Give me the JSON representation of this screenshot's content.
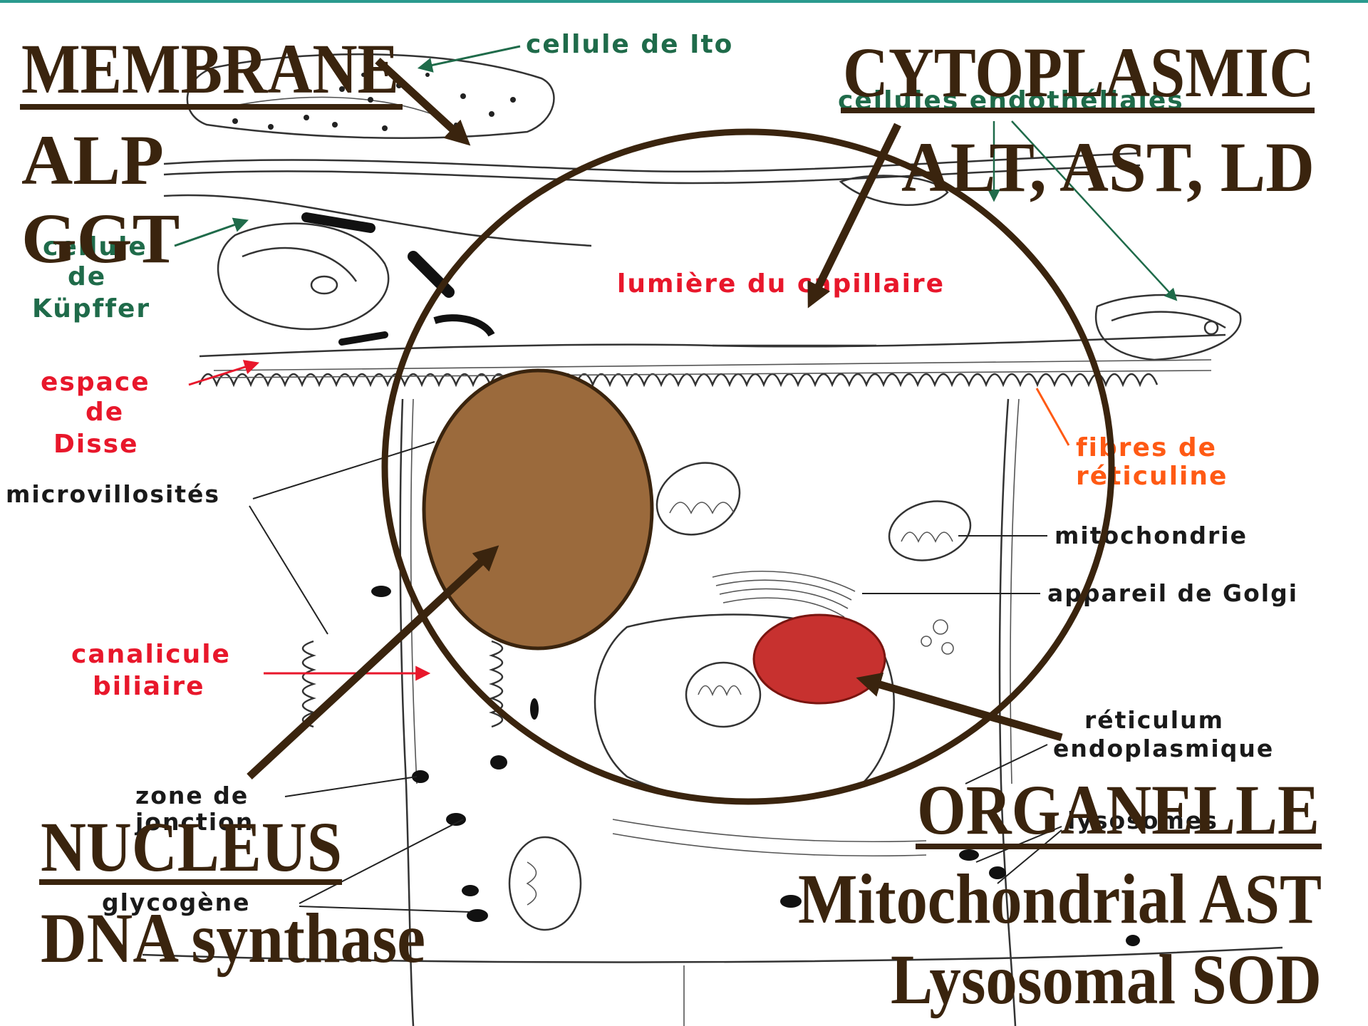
{
  "labels": {
    "ito": "cellule de Ito",
    "endothelial": "cellules endothéliales",
    "kupffer_1": "cellule",
    "kupffer_2": "de",
    "kupffer_3": "Küpffer",
    "lumen": "lumière du capillaire",
    "disse_1": "espace",
    "disse_2": "de",
    "disse_3": "Disse",
    "reticulin_1": "fibres de",
    "reticulin_2": "réticuline",
    "microvilli": "microvillosités",
    "mitochondria": "mitochondrie",
    "golgi": "appareil de Golgi",
    "canalicule_1": "canalicule",
    "canalicule_2": "biliaire",
    "reticulum_1": "réticulum",
    "reticulum_2": "endoplasmique",
    "junction_1": "zone de",
    "junction_2": "jonction",
    "lysosomes": "lysosomes",
    "glycogen": "glycogène"
  },
  "overlay": {
    "membrane_title": "MEMBRANE",
    "membrane_enzyme_1": "ALP",
    "membrane_enzyme_2": "GGT",
    "cytoplasmic_title": "CYTOPLASMIC",
    "cytoplasmic_enzymes": "ALT, AST, LD",
    "nucleus_title": "NUCLEUS",
    "nucleus_enzyme": "DNA synthase",
    "organelle_title": "ORGANELLE",
    "organelle_enzyme_1": "Mitochondrial AST",
    "organelle_enzyme_2": "Lysosomal SOD"
  },
  "colors": {
    "overlay_brown": "#3a240e",
    "nucleus_fill": "#9b6a3c",
    "organelle_fill": "#c7312f",
    "label_green": "#1f6b4a",
    "label_red": "#e8172b",
    "label_orange": "#ff5a14",
    "top_border": "#2a9a8e"
  }
}
